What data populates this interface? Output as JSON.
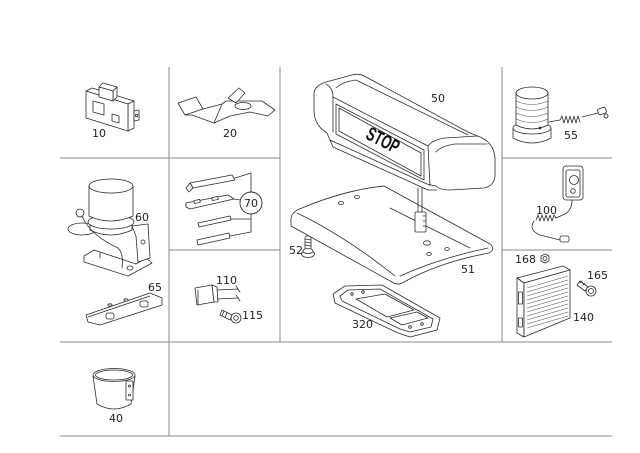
{
  "diagram": {
    "type": "exploded parts diagram",
    "background": "#ffffff",
    "grid_line_color": "#8a8a8a",
    "ink_color": "#1e1e1e"
  },
  "stop_lamp": {
    "panel_text": "STOP"
  },
  "callouts": {
    "p10": "10",
    "p20": "20",
    "p40": "40",
    "p50": "50",
    "p51": "51",
    "p52": "52",
    "p55": "55",
    "p60": "60",
    "p65": "65",
    "p70": "70",
    "p100": "100",
    "p110": "110",
    "p115": "115",
    "p140": "140",
    "p165": "165",
    "p168": "168",
    "p320": "320"
  },
  "circled_callouts": [
    "70"
  ]
}
